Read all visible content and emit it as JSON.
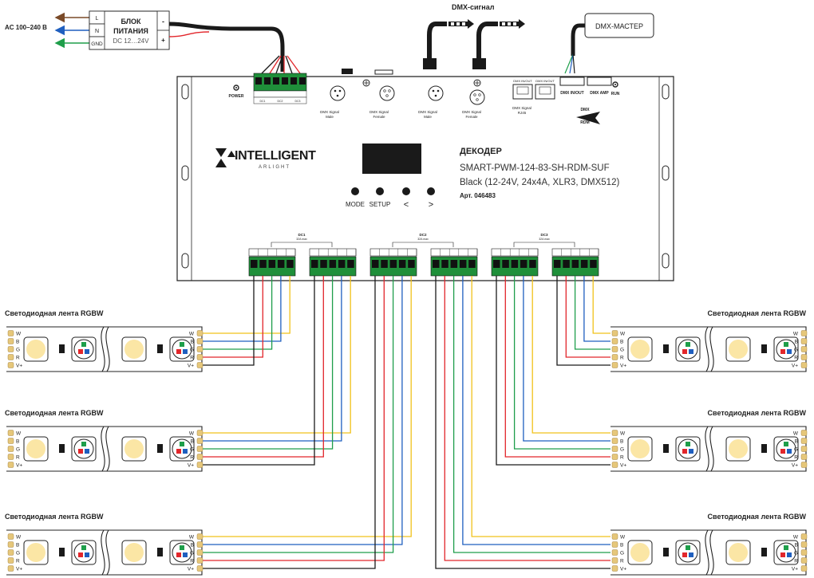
{
  "power_supply": {
    "ac_label": "AC 100–240 В",
    "terminals": [
      "L",
      "N",
      "GND"
    ],
    "title_line1": "БЛОК",
    "title_line2": "ПИТАНИЯ",
    "voltage": "DC 12…24V",
    "minus": "-",
    "plus": "+"
  },
  "dmx": {
    "signal_label": "DMX-сигнал",
    "master_label": "DMX-МАСТЕР"
  },
  "decoder": {
    "power_led": "POWER",
    "run_led": "RUN",
    "brand": "INTELLIGENT",
    "brand_sub": "ARLIGHT",
    "title": "ДЕКОДЕР",
    "model": "SMART-PWM-124-83-SH-RDM-SUF",
    "spec": "Black (12-24V, 24x4A, XLR3, DMX512)",
    "article": "Арт. 046483",
    "buttons": [
      "MODE",
      "SETUP",
      "<",
      ">"
    ],
    "power_terminals": [
      "DC1",
      "DC2",
      "DC3"
    ],
    "connectors": [
      {
        "name": "DMX Signal",
        "sub": "Male"
      },
      {
        "name": "DMX Signal",
        "sub": "Female"
      },
      {
        "name": "DMX Signal",
        "sub": "Male"
      },
      {
        "name": "DMX Signal",
        "sub": "Female"
      },
      {
        "name": "DMX Signal",
        "sub": "RJ45"
      }
    ],
    "rj45_labels": [
      "DMX IN/OUT",
      "DMX IN/OUT"
    ],
    "dmx_inout": "DMX IN/OUT",
    "dmx_amp": "DMX AMP",
    "dmx_rdm_top": "DMX",
    "dmx_rdm_bottom": "RDM",
    "output_groups": [
      "DC1",
      "DC2",
      "DC3"
    ],
    "output_group_note": "32A max"
  },
  "strips": {
    "label": "Светодиодная лента RGBW",
    "pins": [
      "W",
      "B",
      "G",
      "R",
      "V+"
    ]
  },
  "colors": {
    "black": "#1a1a1a",
    "red": "#e2262b",
    "green": "#1e9e4a",
    "blue": "#1f5fbf",
    "yellow": "#f1c21b",
    "brown": "#7a4a28",
    "terminal_green": "#1f8f3a",
    "led_warm": "#fbe6a5"
  }
}
